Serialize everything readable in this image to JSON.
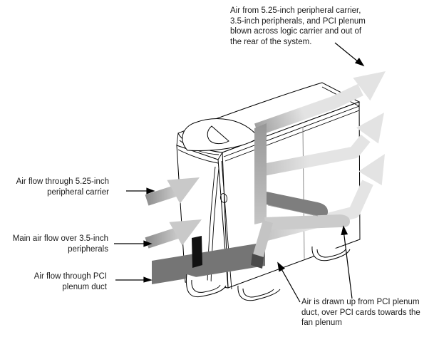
{
  "figure": {
    "description": "Airflow diagram of tower system",
    "annotations": {
      "top_note": "Air from 5.25-inch peripheral carrier,\n3.5-inch peripherals, and PCI plenum\nblown across logic carrier and out of\nthe rear of the system.",
      "left_labels": [
        "Air flow through 5.25-inch\nperipheral carrier",
        "Main air flow over 3.5-inch\nperipherals",
        "Air flow through PCI\nplenum duct"
      ],
      "bottom_note": "Air is drawn up from PCI plenum\nduct, over PCI cards towards the\nfan plenum"
    },
    "icons": [
      "exit-airflow-arrow-icon",
      "entry-airflow-arrow-icon",
      "leader-arrow-icon"
    ],
    "colors": {
      "background": "#ffffff",
      "outline": "#000000",
      "text": "#1a1a1a",
      "exit_arrow": "#e3e3e3",
      "exit_arrow_tail": "#a8a8a8",
      "entry_arrow_head": "#c9c9c9",
      "entry_arrow_tail": "#8e8e8e",
      "pci_band": "#757575",
      "duct_inner": "#7e7e7e",
      "duct_outer": "#cbcbcb",
      "duct_arm": "#c4c4c4",
      "duct_foot": "#4a4a4a",
      "riser_top": "#979797",
      "riser_bottom": "#c5c5c5",
      "slot": "#111111",
      "hidden_line": "#b3b3b3",
      "seam_line": "#8c8c8c"
    }
  }
}
